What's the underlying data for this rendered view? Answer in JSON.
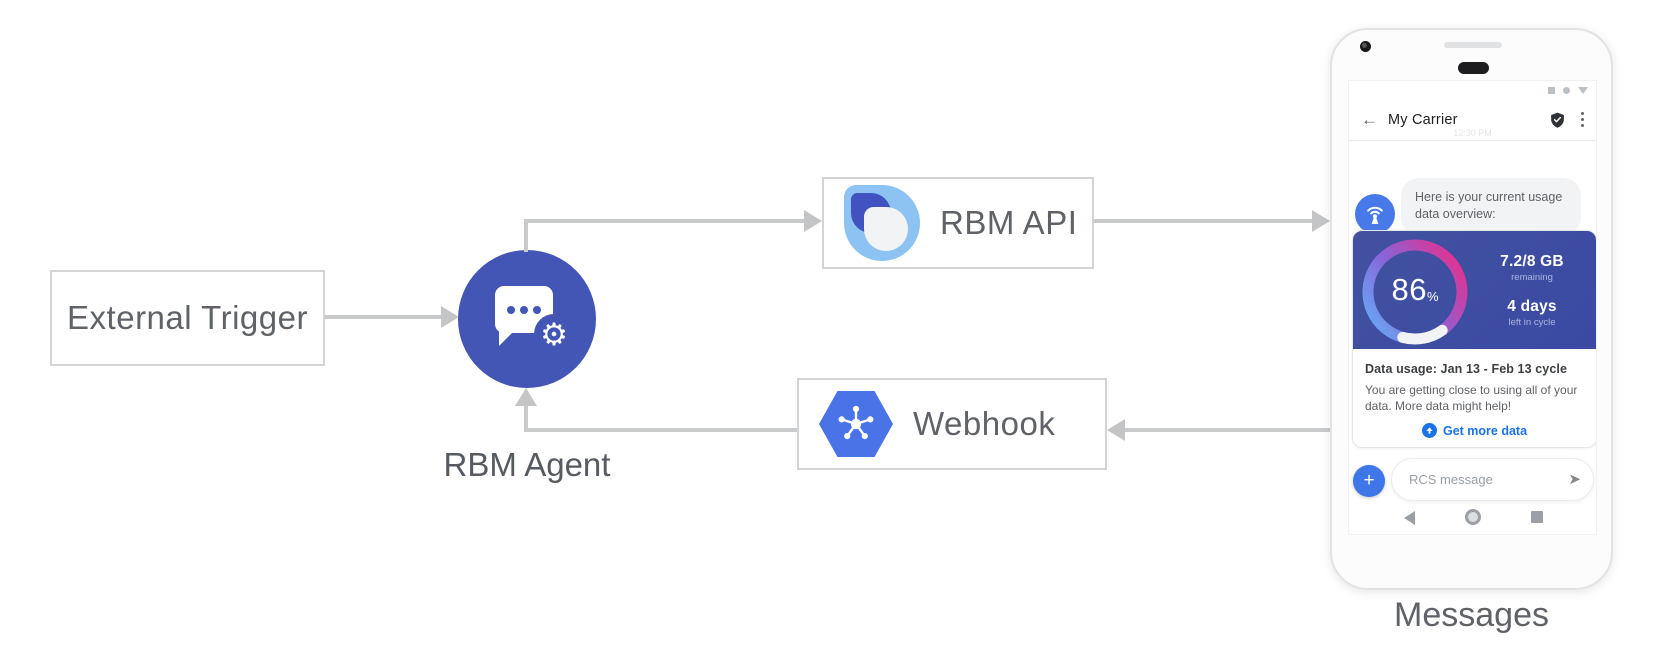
{
  "colors": {
    "arrow_gray": "#c9cacc",
    "agent_indigo": "#4355b5",
    "card_indigo": "#3d4ea6",
    "google_blue": "#3f76e8",
    "link_blue": "#1a73e8",
    "gauge_blue": "#68a6f3",
    "gauge_purple": "#8a64d8",
    "gauge_pink": "#e5308f",
    "api_logo_light": "#8dc3f2",
    "api_logo_dark": "#4053c0",
    "webhook_hex_blue": "#4a73e8"
  },
  "diagram": {
    "external_trigger_label": "External Trigger",
    "rbm_agent_label": "RBM Agent",
    "rbm_api_label": "RBM API",
    "webhook_label": "Webhook",
    "messages_caption": "Messages"
  },
  "phone": {
    "header": {
      "back_glyph": "←",
      "title": "My Carrier",
      "timestamp": "12:30 PM"
    },
    "chat": {
      "bubble_text": "Here is your current usage data overview:"
    },
    "usage_card": {
      "percent": "86",
      "percent_symbol": "%",
      "data_value": "7.2/8 GB",
      "data_caption": "remaining",
      "days_value": "4 days",
      "days_caption": "left in cycle",
      "title": "Data usage: Jan 13 - Feb 13 cycle",
      "body": "You are getting close to using all of your data. More data might help!",
      "cta_label": "Get more data"
    },
    "composer": {
      "plus_glyph": "+",
      "placeholder": "RCS message",
      "send_glyph": "➤"
    }
  },
  "agent_icon": {
    "gear_glyph": "⚙"
  }
}
